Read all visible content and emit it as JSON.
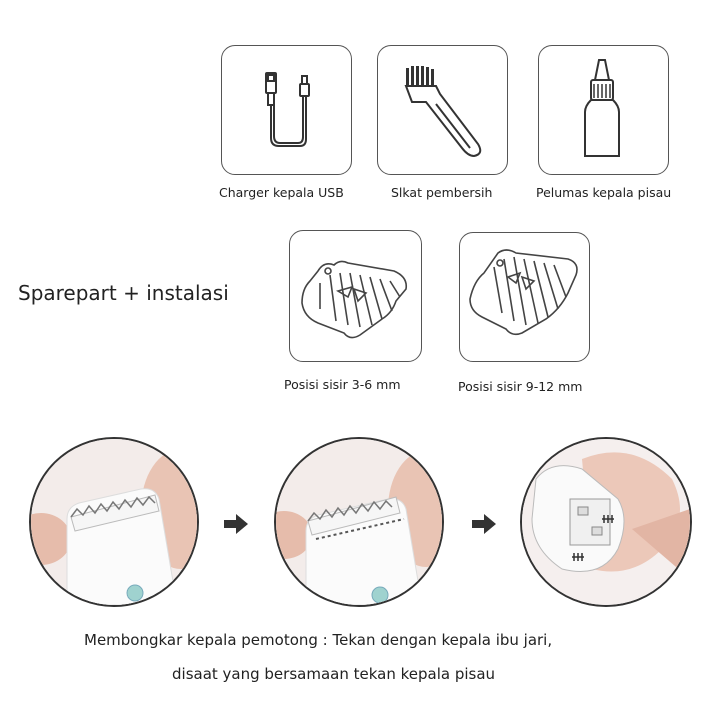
{
  "accessories": [
    {
      "label": "Charger kepala USB",
      "icon": "usb-cable-icon"
    },
    {
      "label": "Slkat pembersih",
      "icon": "cleaning-brush-icon"
    },
    {
      "label": "Pelumas kepala pisau",
      "icon": "oil-bottle-icon"
    }
  ],
  "section_title": "Sparepart + instalasi",
  "combs": [
    {
      "label": "Posisi sisir 3-6 mm",
      "icon": "comb-guard-short-icon"
    },
    {
      "label": "Posisi sisir 9-12 mm",
      "icon": "comb-guard-long-icon"
    }
  ],
  "steps": [
    {
      "icon": "clipper-head-attached-icon"
    },
    {
      "icon": "clipper-head-lifting-icon"
    },
    {
      "icon": "clipper-head-removed-icon"
    }
  ],
  "instruction": {
    "line1": "Membongkar kepala pemotong : Tekan dengan kepala ibu jari,",
    "line2": "disaat yang bersamaan tekan kepala pisau"
  }
}
